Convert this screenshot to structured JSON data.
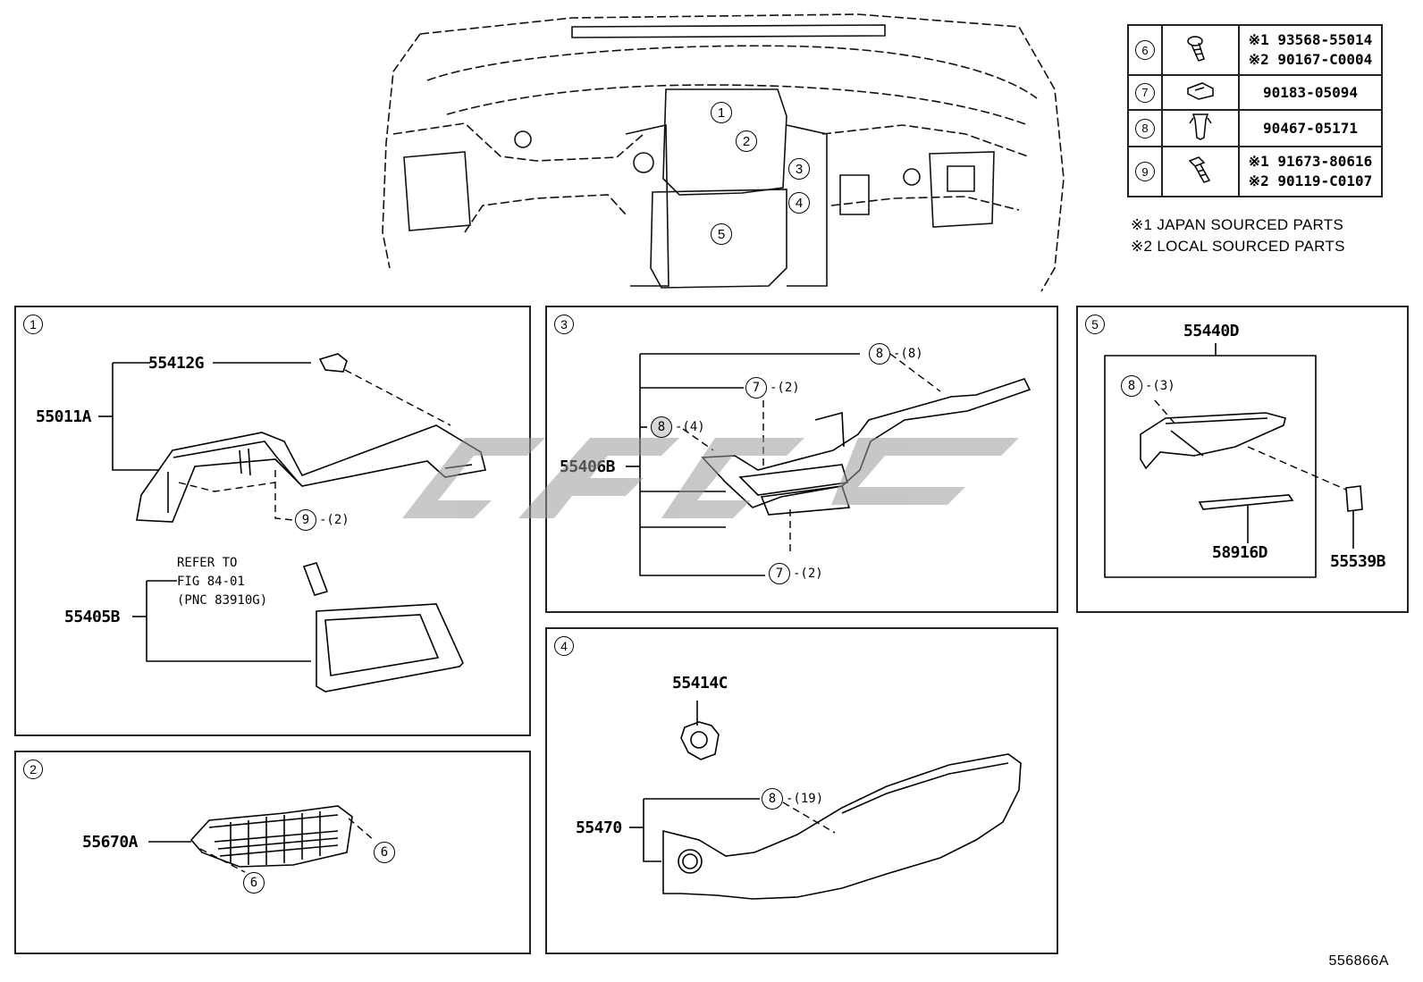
{
  "parts_table": [
    {
      "ref": "6",
      "icon": "bolt-icon",
      "parts": [
        "※1 93568-55014",
        "※2 90167-C0004"
      ]
    },
    {
      "ref": "7",
      "icon": "clip-nut-icon",
      "parts": [
        "90183-05094"
      ]
    },
    {
      "ref": "8",
      "icon": "clip-icon",
      "parts": [
        "90467-05171"
      ]
    },
    {
      "ref": "9",
      "icon": "screw-icon",
      "parts": [
        "※1 91673-80616",
        "※2 90119-C0107"
      ]
    }
  ],
  "notes": [
    "※1 JAPAN SOURCED PARTS",
    "※2 LOCAL SOURCED PARTS"
  ],
  "overview_refs": [
    "1",
    "2",
    "3",
    "4",
    "5"
  ],
  "panels": {
    "p1": {
      "num": "1",
      "labels": {
        "a": "55412G",
        "b": "55011A",
        "c": "55405B"
      },
      "refer": [
        "REFER TO",
        "FIG 84-01",
        "(PNC 83910G)"
      ],
      "callouts": [
        {
          "ref": "9",
          "qty": "-(2)"
        }
      ]
    },
    "p2": {
      "num": "2",
      "labels": {
        "a": "55670A"
      },
      "callouts": [
        {
          "ref": "6",
          "qty": ""
        },
        {
          "ref": "6",
          "qty": ""
        }
      ]
    },
    "p3": {
      "num": "3",
      "labels": {
        "a": "55406B"
      },
      "callouts": [
        {
          "ref": "8",
          "qty": "-(8)"
        },
        {
          "ref": "7",
          "qty": "-(2)"
        },
        {
          "ref": "8",
          "qty": "-(4)"
        },
        {
          "ref": "7",
          "qty": "-(2)"
        }
      ]
    },
    "p4": {
      "num": "4",
      "labels": {
        "a": "55414C",
        "b": "55470"
      },
      "callouts": [
        {
          "ref": "8",
          "qty": "-(19)"
        }
      ]
    },
    "p5": {
      "num": "5",
      "labels": {
        "a": "55440D",
        "b": "58916D",
        "c": "55539B"
      },
      "callouts": [
        {
          "ref": "8",
          "qty": "-(3)"
        }
      ]
    }
  },
  "figure_id": "556866A"
}
